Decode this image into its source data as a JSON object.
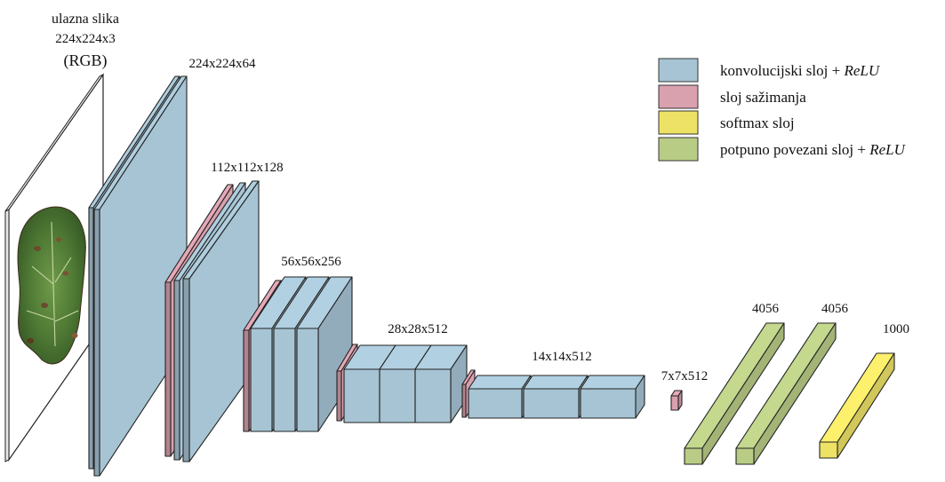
{
  "input": {
    "title": "ulazna slika",
    "dims": "224x224x3",
    "mode": "(RGB)"
  },
  "layer_labels": {
    "conv1": "224x224x64",
    "conv2": "112x112x128",
    "conv3": "56x56x256",
    "conv4": "28x28x512",
    "conv5": "14x14x512",
    "pool5": "7x7x512",
    "fc1": "4056",
    "fc2": "4056",
    "fc3": "1000"
  },
  "legend": [
    {
      "text": "konvolucijski sloj + ",
      "italic": "ReLU",
      "color": "#a7c4d4"
    },
    {
      "text": "sloj sažimanja",
      "italic": "",
      "color": "#d9a0ae"
    },
    {
      "text": "softmax sloj",
      "italic": "",
      "color": "#eee266"
    },
    {
      "text": "potpuno povezani sloj + ",
      "italic": "ReLU",
      "color": "#b9cc86"
    }
  ],
  "colors": {
    "conv": "#a7c4d4",
    "pool": "#d9a0ae",
    "softmax": "#eee266",
    "fc": "#b9cc86",
    "input": "#ffffff"
  }
}
